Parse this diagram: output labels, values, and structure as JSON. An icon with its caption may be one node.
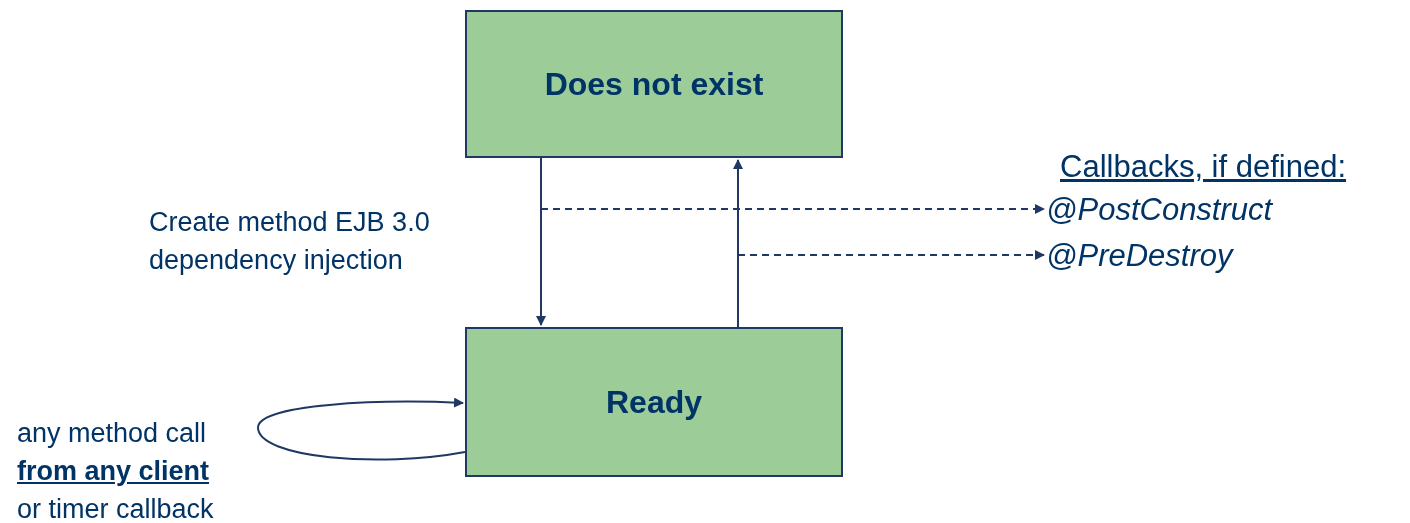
{
  "diagram": {
    "nodes": [
      {
        "text": [
          "Does not exist"
        ]
      },
      {
        "text": [
          "Ready"
        ]
      },
      {
        "text": [
          "@PostConstruct"
        ]
      },
      {
        "text": [
          "@PreDestroy"
        ]
      }
    ],
    "edges": [
      {
        "from": 0,
        "to": 1,
        "arrow": "to",
        "label": "Create method EJB 3.0 dependency injection"
      },
      {
        "from": 1,
        "to": 0,
        "arrow": "to"
      },
      {
        "from": null,
        "to": 2,
        "arrow": "to",
        "style": "dashed"
      },
      {
        "from": null,
        "to": 3,
        "arrow": "to",
        "style": "dashed"
      },
      {
        "from": 1,
        "to": 1,
        "arrow": "to",
        "label": "any method call **from any client** or timer callback"
      }
    ],
    "labels": [
      "Callbacks, if defined:"
    ]
  }
}
